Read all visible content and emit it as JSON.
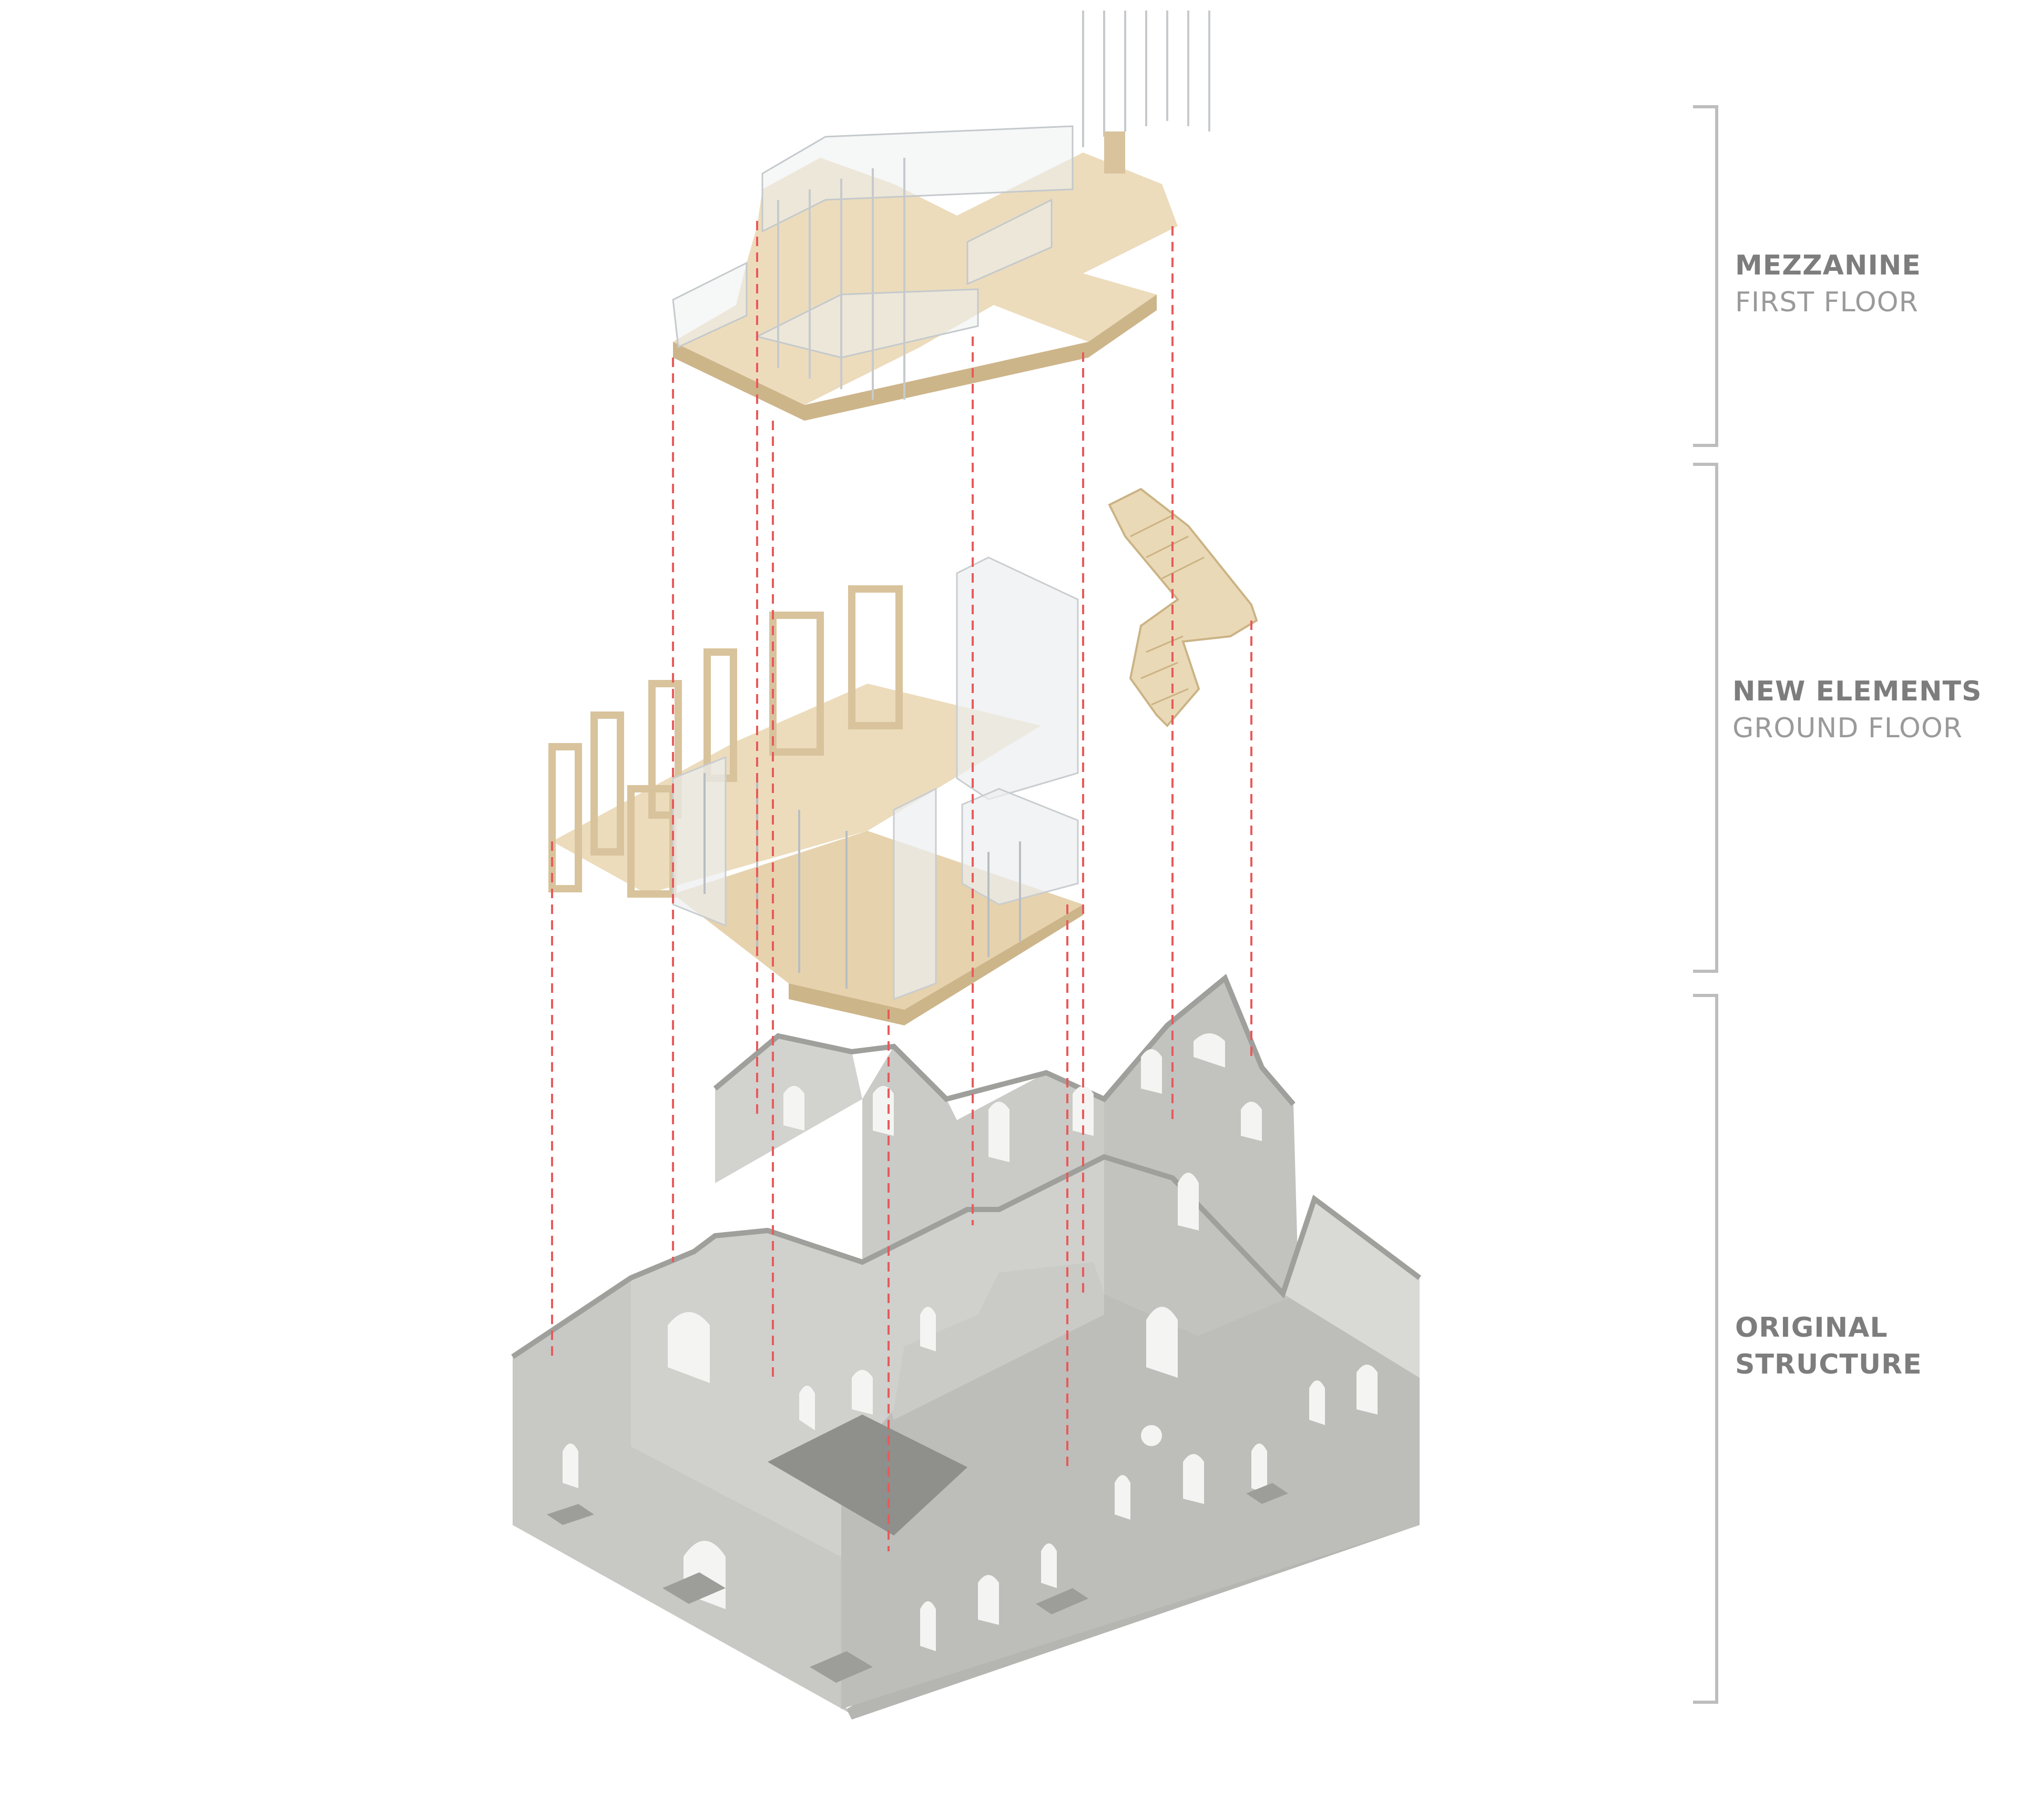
{
  "labels": {
    "mezzanine": {
      "title": "MEZZANINE",
      "subtitle": "FIRST FLOOR"
    },
    "new_elements": {
      "title": "NEW ELEMENTS",
      "subtitle": "GROUND FLOOR"
    },
    "original": {
      "title": "ORIGINAL",
      "subtitle": "STRUCTURE"
    }
  },
  "colors": {
    "wood": "#e8d8b8",
    "wood_dark": "#d6c29a",
    "glass": "#e9ecee",
    "stone_top": "#e3e3e1",
    "stone_left": "#c9c9c6",
    "stone_right": "#b7b7b4",
    "guide_line": "#e85a5a",
    "bracket": "#bdbdbd"
  }
}
